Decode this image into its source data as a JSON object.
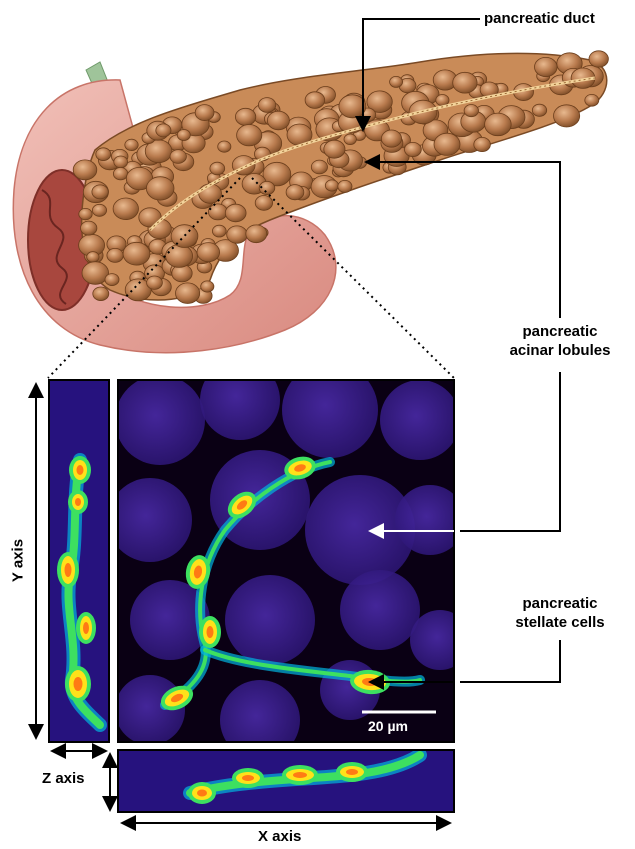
{
  "labels": {
    "pancreatic_duct": "pancreatic duct",
    "acinar_line1": "pancreatic",
    "acinar_line2": "acinar lobules",
    "stellate_line1": "pancreatic",
    "stellate_line2": "stellate cells",
    "scale_bar": "20 µm"
  },
  "axes": {
    "x": "X axis",
    "y": "Y axis",
    "z": "Z axis"
  },
  "colors": {
    "lobule": "#b97b4e",
    "lobule_dark": "#7a4a25",
    "stomach": "#e8a9a0",
    "stomach_inner": "#a8473e",
    "micro_bg": "#0a0014",
    "micro_cells": "#3a1e8a",
    "signal_cyan": "#00c8e0",
    "signal_green": "#3de060",
    "signal_yellow": "#ffe11a",
    "signal_red": "#ff5a14"
  }
}
